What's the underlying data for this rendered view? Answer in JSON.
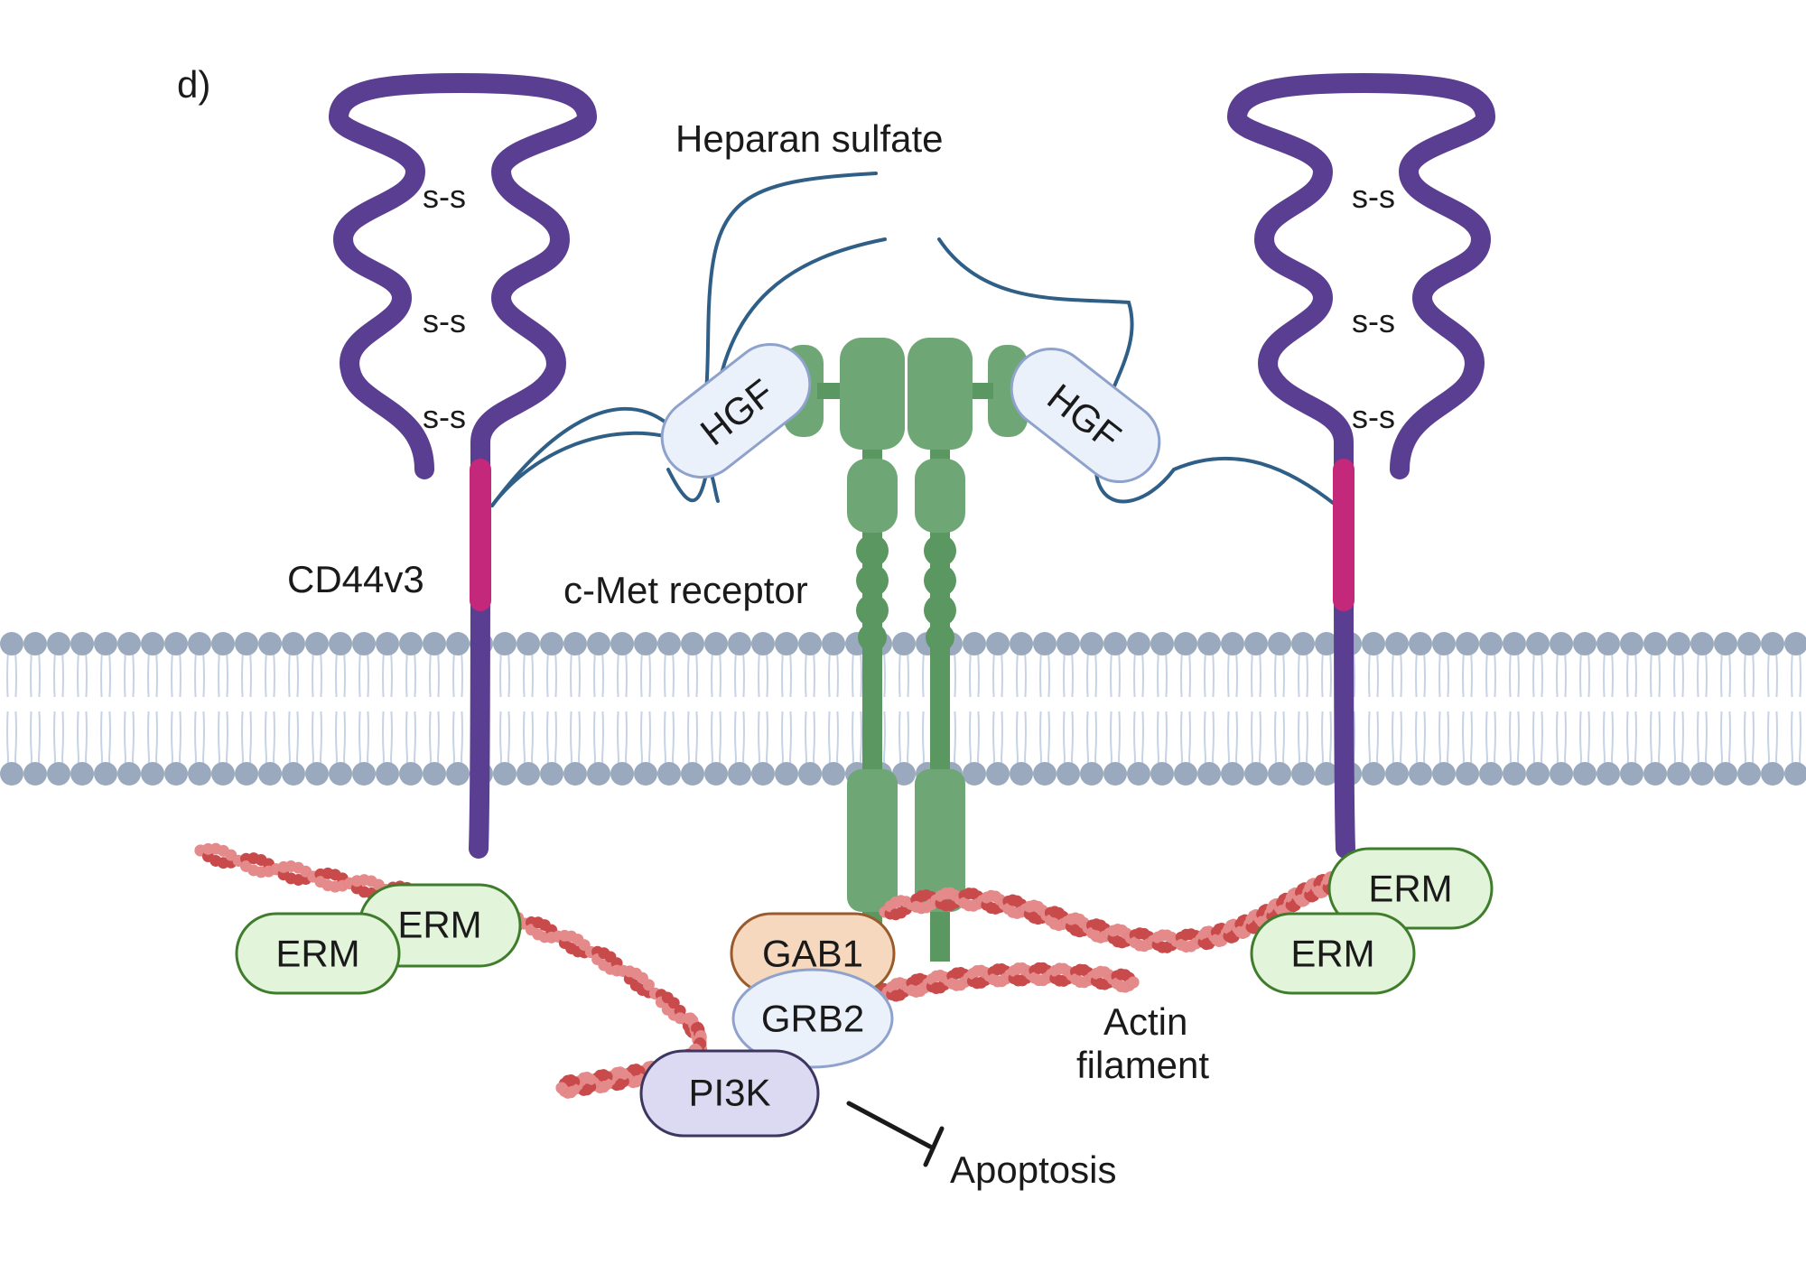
{
  "panel_label": "d)",
  "labels": {
    "heparan": "Heparan sulfate",
    "cd44": "CD44v3",
    "cmet": "c-Met receptor",
    "actin_line1": "Actin",
    "actin_line2": "filament",
    "apoptosis": "Apoptosis",
    "hgf_left": "HGF",
    "hgf_right": "HGF",
    "gab1": "GAB1",
    "grb2": "GRB2",
    "pi3k": "PI3K",
    "erm_left_back": "ERM",
    "erm_left_front": "ERM",
    "erm_right_back": "ERM",
    "erm_right_front": "ERM",
    "disulfide": [
      "s-s",
      "s-s",
      "s-s",
      "s-s",
      "s-s",
      "s-s"
    ]
  },
  "colors": {
    "cd44": "#5a3e91",
    "cd44_v3": "#c4287b",
    "heparan": "#2f5f86",
    "cmet": "#6fa675",
    "cmet_dark": "#5b9760",
    "membrane_head": "#9aa9bd",
    "membrane_tail": "#c6d3e6",
    "actin": "#c94a4a",
    "actin_light": "#e58a8a",
    "erm_fill": "#e2f4d9",
    "erm_stroke": "#3f7d2c",
    "hgf_fill": "#eaf1fb",
    "hgf_stroke": "#8ea2cc",
    "gab1_fill": "#f5d8bd",
    "gab1_stroke": "#9a5a2c",
    "grb2_fill": "#eaf1fb",
    "grb2_stroke": "#8ea2cc",
    "pi3k_fill": "#dcd9f2",
    "pi3k_stroke": "#3d3660"
  }
}
